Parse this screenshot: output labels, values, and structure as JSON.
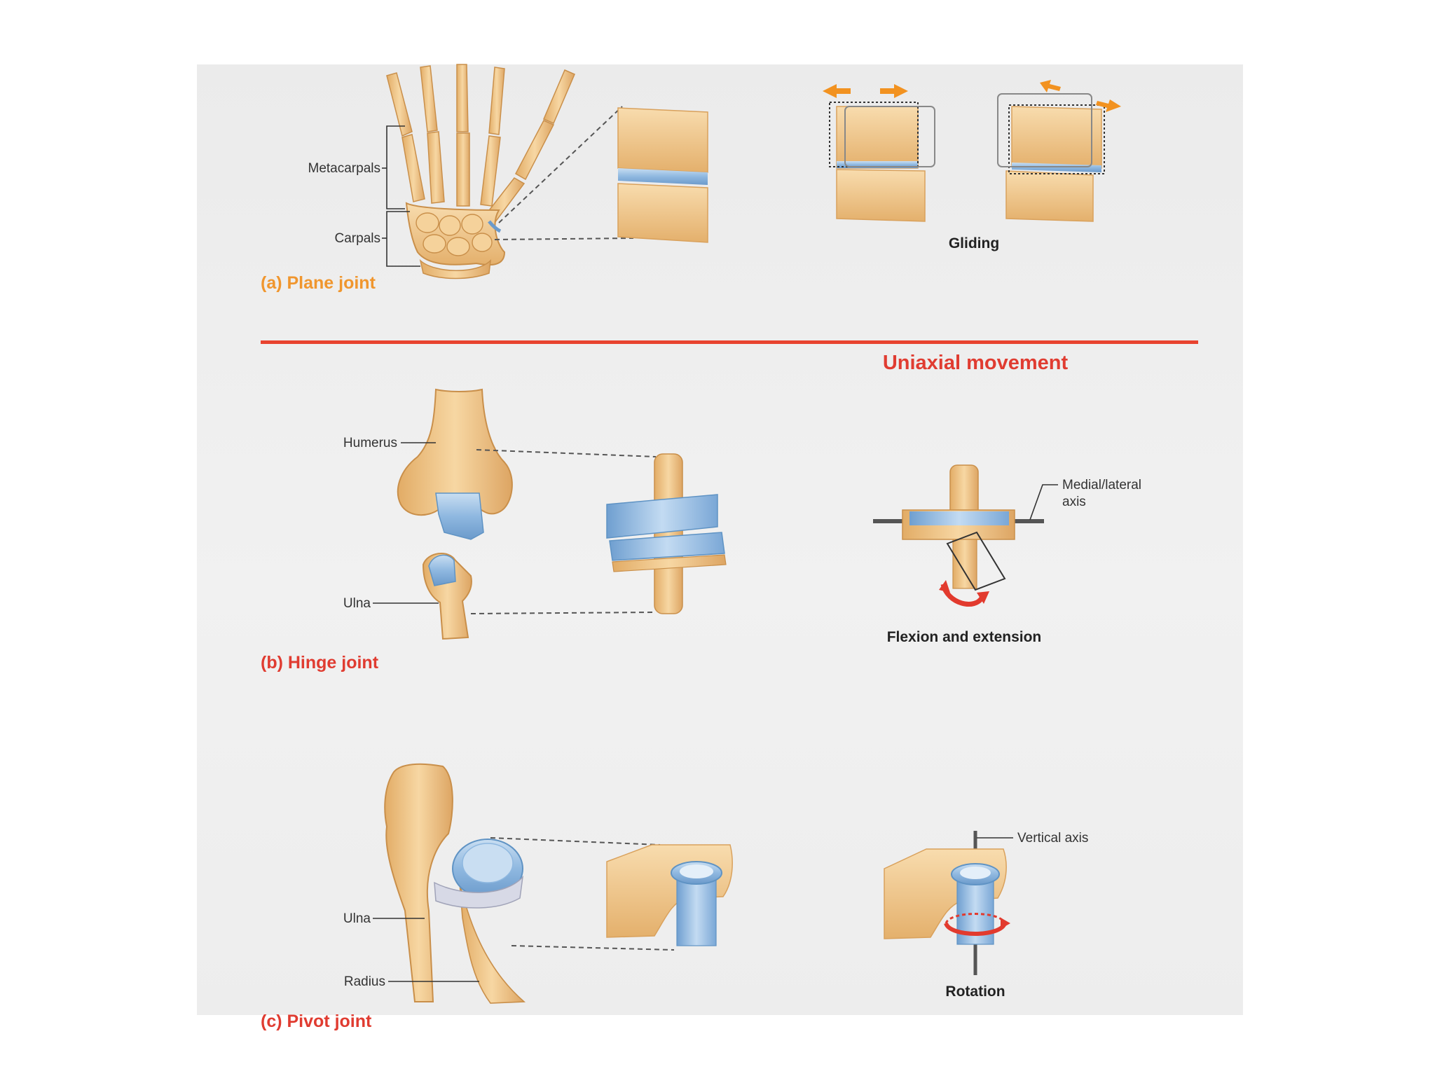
{
  "colors": {
    "orange_title": "#f0962e",
    "red_title": "#e03c31",
    "divider": "#e8432f",
    "bone": "#f2c98a",
    "bone_dark": "#d9a15c",
    "cartilage": "#9cc4e6",
    "cartilage_dark": "#5f93c4",
    "arrow_orange": "#f29220",
    "arrow_red": "#e23a2e"
  },
  "icons": [
    "hand-skeleton-icon",
    "elbow-bones-icon",
    "forearm-bones-icon",
    "block-joint-icon",
    "cylinder-joint-icon",
    "pivot-ring-icon",
    "movement-arrow-icon",
    "rotation-arrow-icon"
  ],
  "plane_joint": {
    "title": "(a) Plane joint",
    "labels": {
      "metacarpals": "Metacarpals",
      "carpals": "Carpals"
    },
    "movement_caption": "Gliding"
  },
  "section_heading": "Uniaxial movement",
  "hinge_joint": {
    "title": "(b) Hinge joint",
    "labels": {
      "humerus": "Humerus",
      "ulna": "Ulna",
      "axis_line1": "Medial/lateral",
      "axis_line2": "axis"
    },
    "movement_caption": "Flexion and extension"
  },
  "pivot_joint": {
    "title": "(c) Pivot joint",
    "labels": {
      "ulna": "Ulna",
      "radius": "Radius",
      "axis": "Vertical axis"
    },
    "movement_caption": "Rotation"
  }
}
